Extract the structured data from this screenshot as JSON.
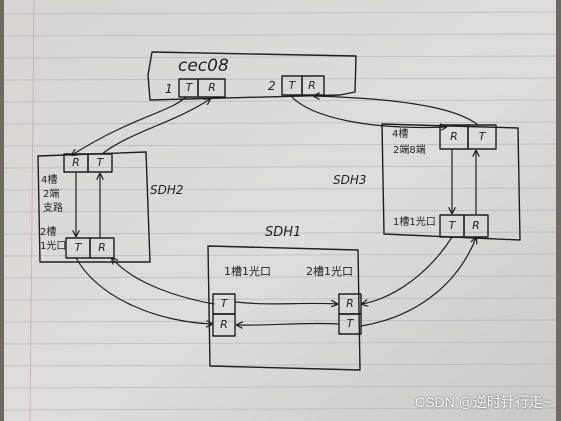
{
  "cec08": {
    "title": "cec08",
    "port1": "1",
    "port2": "2",
    "t": "T",
    "r": "R"
  },
  "sdh2": {
    "title": "SDH2",
    "slot4": [
      "4槽",
      "2端",
      "支路"
    ],
    "slot2": [
      "2槽",
      "1光口"
    ],
    "t": "T",
    "r": "R"
  },
  "sdh3": {
    "title": "SDH3",
    "slot4": [
      "4槽",
      "2端8端"
    ],
    "slot1": "1槽1光口",
    "t": "T",
    "r": "R"
  },
  "sdh1": {
    "title": "SDH1",
    "left_port": "1槽1光口",
    "right_port": "2槽1光口",
    "t": "T",
    "r": "R"
  },
  "watermark": "CSDN @逆时针行走~",
  "colors": {
    "ink": "#1f1f1f",
    "paper": "#dcdad6",
    "rule": "#a9b2c2",
    "frame": "#6f6a62"
  }
}
